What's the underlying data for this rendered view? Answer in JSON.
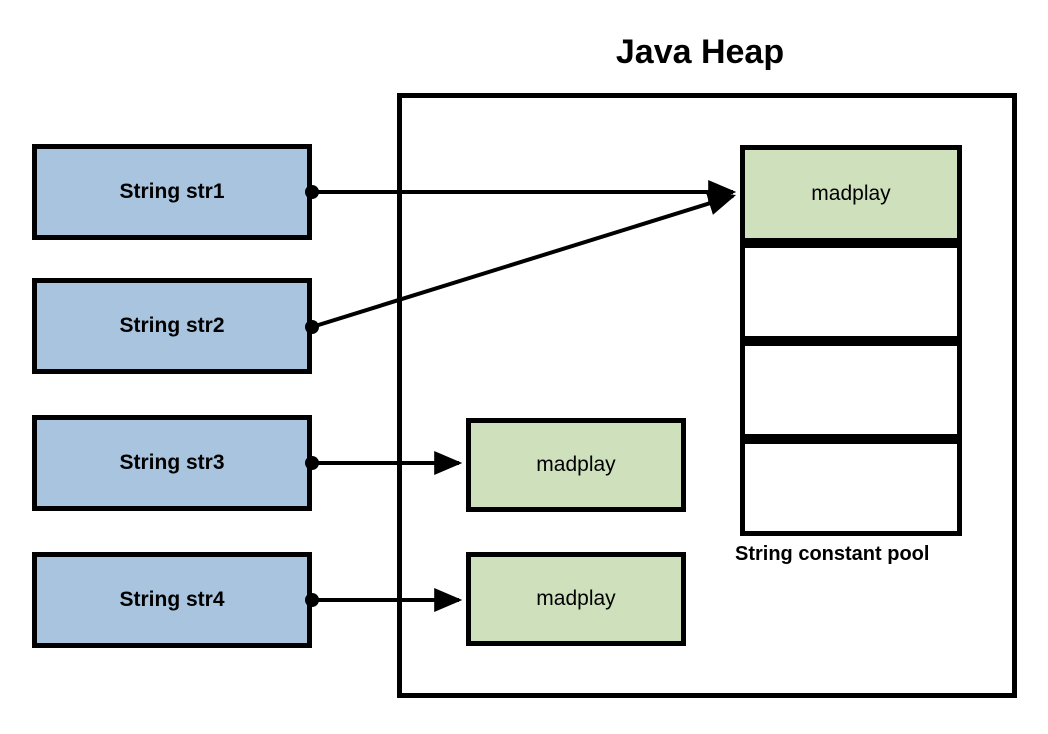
{
  "diagram": {
    "title": "Java Heap",
    "pool_label": "String constant pool",
    "colors": {
      "variable_fill": "#a8c4de",
      "object_fill": "#cfe0bd",
      "pool_filled_fill": "#cfe0bd",
      "pool_empty_fill": "#ffffff",
      "stroke": "#000000",
      "background": "#ffffff"
    },
    "variables": [
      {
        "label": "String str1"
      },
      {
        "label": "String str2"
      },
      {
        "label": "String str3"
      },
      {
        "label": "String str4"
      }
    ],
    "heap_objects": [
      {
        "label": "madplay"
      },
      {
        "label": "madplay"
      }
    ],
    "pool_cells": [
      {
        "label": "madplay",
        "filled": true
      },
      {
        "label": "",
        "filled": false
      },
      {
        "label": "",
        "filled": false
      },
      {
        "label": "",
        "filled": false
      }
    ],
    "arrows": [
      {
        "from": "String str1",
        "to": "pool cell 1"
      },
      {
        "from": "String str2",
        "to": "pool cell 1"
      },
      {
        "from": "String str3",
        "to": "heap object 1"
      },
      {
        "from": "String str4",
        "to": "heap object 2"
      }
    ]
  }
}
